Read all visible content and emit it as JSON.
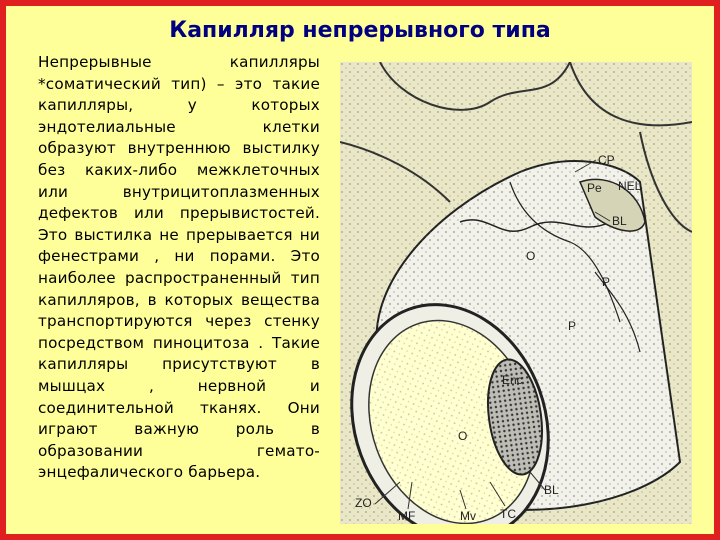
{
  "slide": {
    "title": "Капилляр непрерывного типа",
    "text": "Непрерывные капилляры *соматический тип) – это такие капилляры, у которых эндотелиальные клетки образуют внутреннюю выстилку без каких-либо межклеточных или внутрицитоплазменных дефектов или прерывистостей. Это выстилка не прерывается ни фенестрами , ни порами. Это наиболее распространенный тип капилляров, в которых вещества транспортируются через стенку посредством пиноцитоза . Такие капилляры присутствуют в мышцах , нервной и соединительной тканях. Они играют важную роль в образовании гемато-энцефалического барьера."
  },
  "figure": {
    "labels": {
      "cp": "CP",
      "pe": "Pe",
      "nel": "NEL",
      "bl_top": "BL",
      "o_top": "O",
      "p_right": "P",
      "p_mid": "P",
      "enc": "Enc",
      "o_bottom": "O",
      "zo": "ZO",
      "mf": "MF",
      "mv": "Mv",
      "tc": "TC",
      "bl_bottom": "BL"
    }
  },
  "colors": {
    "background": "#ffff99",
    "border": "#e02020",
    "title": "#000080"
  }
}
